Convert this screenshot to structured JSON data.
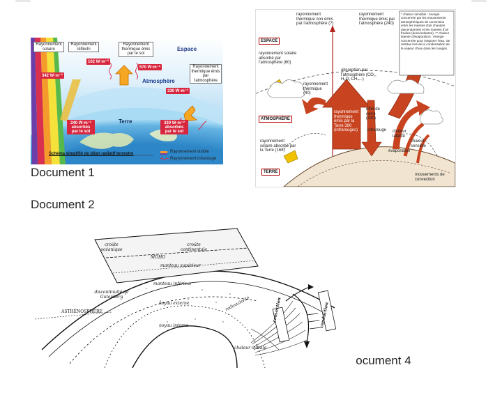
{
  "documents": {
    "doc1_label": "Document 1",
    "doc2_label": "Document 2",
    "doc4_label": "Document 4"
  },
  "doc1": {
    "labels": {
      "solar": "Rayonnement solaire",
      "reflected": "Rayonnement réfléchi",
      "thermal_ground": "Rayonnement thermique émis par le sol",
      "space": "Espace",
      "atmosphere": "Atmosphère",
      "thermal_atm": "Rayonnement thermique émis par l'atmosphère",
      "earth": "Terre",
      "absorbed_240": "240 W·m⁻² absorbés par le sol",
      "absorbed_330": "330 W·m⁻² absorbés par le sol"
    },
    "values": {
      "v342": "342 W·m⁻²",
      "v102": "102 W·m⁻²",
      "v570": "570 W·m⁻²",
      "v330": "330 W·m⁻²"
    },
    "caption": "Schéma simplifié du bilan radiatif terrestre",
    "legend": {
      "visible": "Rayonnement visible",
      "infrared": "Rayonnement infrarouge"
    }
  },
  "doc2": {
    "boxes": {
      "espace": "ESPACE",
      "atmosphere": "ATMOSPHÈRE",
      "terre": "TERRE"
    },
    "labels": {
      "thermal_atm_lost": "rayonnement thermique non émis par l'atmosphère (?)",
      "thermal_space": "rayonnement thermique émis par l'atmosphère (240)",
      "solar_atm": "rayonnement solaire absorbé par l'atmosphère (60)",
      "absorption": "absorption par l'atmosphère (CO₂, H₂O, CH₄...)",
      "thermal": "rayonnement thermique (40)",
      "thermal_earth": "rayonnement thermique émis par la Terre 390 (infrarouges)",
      "greenhouse": "effet de serre (330)",
      "infrared": "infrarouge",
      "latent": "chaleur latente",
      "sensible": "chaleur sensible",
      "evaporation": "évaporation",
      "solar_earth": "rayonnement solaire absorbé par la Terre (168)",
      "convection_moves": "mouvements de convection"
    },
    "notes": "* chaleur sensible : énergie concernée par les mouvements atmosphériques de convection entre les masses d'air chaudes (ascendantes) et les masses d'air froides (descendantes). ** chaleur latente d'évaporation : énergie concernée pour évaporer l'eau. Se restitue lors de la condensation de la vapeur d'eau dans les nuages."
  },
  "doc4": {
    "labels": {
      "oceanic_crust": "croûte océanique",
      "continental_crust": "croûte continentale",
      "moho": "MOHO",
      "upper_mantle": "manteau supérieur",
      "lower_mantle": "manteau inférieur",
      "gutenberg": "discontinuité de Gutenberg",
      "asthenosphere": "ASTHÉNOSPHÈRE",
      "outer_core": "noyau externe",
      "inner_core": "noyau interne",
      "radioactivity": "radioactivité",
      "convection": "convection",
      "conduction": "conduction",
      "initial_heat": "chaleur initiale"
    }
  }
}
